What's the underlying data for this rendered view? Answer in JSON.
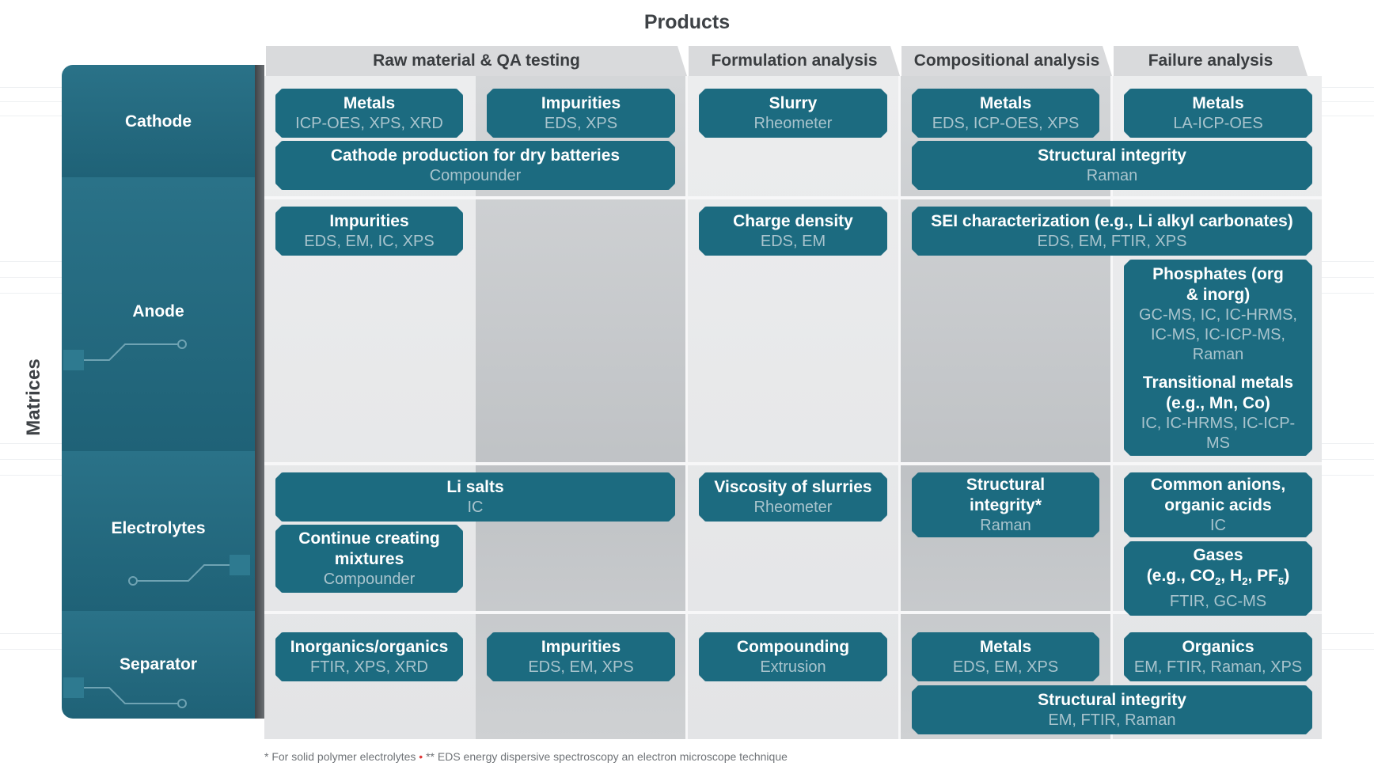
{
  "title": "Products",
  "axis_label": "Matrices",
  "columns": [
    "Raw material & QA testing",
    "Formulation analysis",
    "Compositional analysis",
    "Failure analysis"
  ],
  "rows": [
    "Cathode",
    "Anode",
    "Electrolytes",
    "Separator"
  ],
  "cells": {
    "cathode_metals_raw": {
      "title": "Metals",
      "sub": "ICP-OES, XPS, XRD"
    },
    "cathode_impurities": {
      "title": "Impurities",
      "sub": "EDS, XPS"
    },
    "cathode_slurry": {
      "title": "Slurry",
      "sub": "Rheometer"
    },
    "cathode_metals_comp": {
      "title": "Metals",
      "sub": "EDS, ICP-OES, XPS"
    },
    "cathode_metals_fail": {
      "title": "Metals",
      "sub": "LA-ICP-OES"
    },
    "cathode_production": {
      "title": "Cathode production for dry batteries",
      "sub": "Compounder"
    },
    "cathode_structural": {
      "title": "Structural integrity",
      "sub": "Raman"
    },
    "anode_impurities": {
      "title": "Impurities",
      "sub": "EDS, EM, IC, XPS"
    },
    "anode_charge": {
      "title": "Charge density",
      "sub": "EDS, EM"
    },
    "anode_sei": {
      "title": "SEI characterization (e.g., Li alkyl carbonates)",
      "sub": "EDS, EM, FTIR, XPS"
    },
    "anode_phosphates": {
      "title": "Phosphates (org & inorg)",
      "sub": "GC-MS, IC, IC-HRMS, IC-MS, IC-ICP-MS, Raman"
    },
    "anode_transitional": {
      "title": "Transitional metals (e.g., Mn, Co)",
      "sub": "IC, IC-HRMS, IC-ICP-MS"
    },
    "electrolytes_lisalts": {
      "title": "Li salts",
      "sub": "IC"
    },
    "electrolytes_viscosity": {
      "title": "Viscosity of slurries",
      "sub": "Rheometer"
    },
    "electrolytes_structural": {
      "title": "Structural integrity*",
      "sub": "Raman"
    },
    "electrolytes_anions": {
      "title": "Common anions, organic acids",
      "sub": "IC"
    },
    "electrolytes_mixtures": {
      "title": "Continue creating mixtures",
      "sub": "Compounder"
    },
    "electrolytes_gases": {
      "title_pre": "Gases",
      "title_line2": "(e.g., CO2, H2, PF5)",
      "sub": "FTIR, GC-MS"
    },
    "separator_inorg": {
      "title": "Inorganics/organics",
      "sub": "FTIR, XPS, XRD"
    },
    "separator_impurities": {
      "title": "Impurities",
      "sub": "EDS, EM, XPS"
    },
    "separator_compounding": {
      "title": "Compounding",
      "sub": "Extrusion"
    },
    "separator_metals": {
      "title": "Metals",
      "sub": "EDS, EM, XPS"
    },
    "separator_organics": {
      "title": "Organics",
      "sub": "EM, FTIR, Raman, XPS"
    },
    "separator_structural": {
      "title": "Structural integrity",
      "sub": "EM, FTIR, Raman"
    }
  },
  "footnote": {
    "part1": "* For solid polymer electrolytes",
    "bullet": "•",
    "part2": "** EDS energy dispersive spectroscopy an electron microscope technique"
  },
  "colors": {
    "teal": "#1c6b80",
    "teal_sub_text": "#a9c4cd",
    "header_gray": "#d9dadc",
    "footnote_bullet": "#e03a3a"
  }
}
